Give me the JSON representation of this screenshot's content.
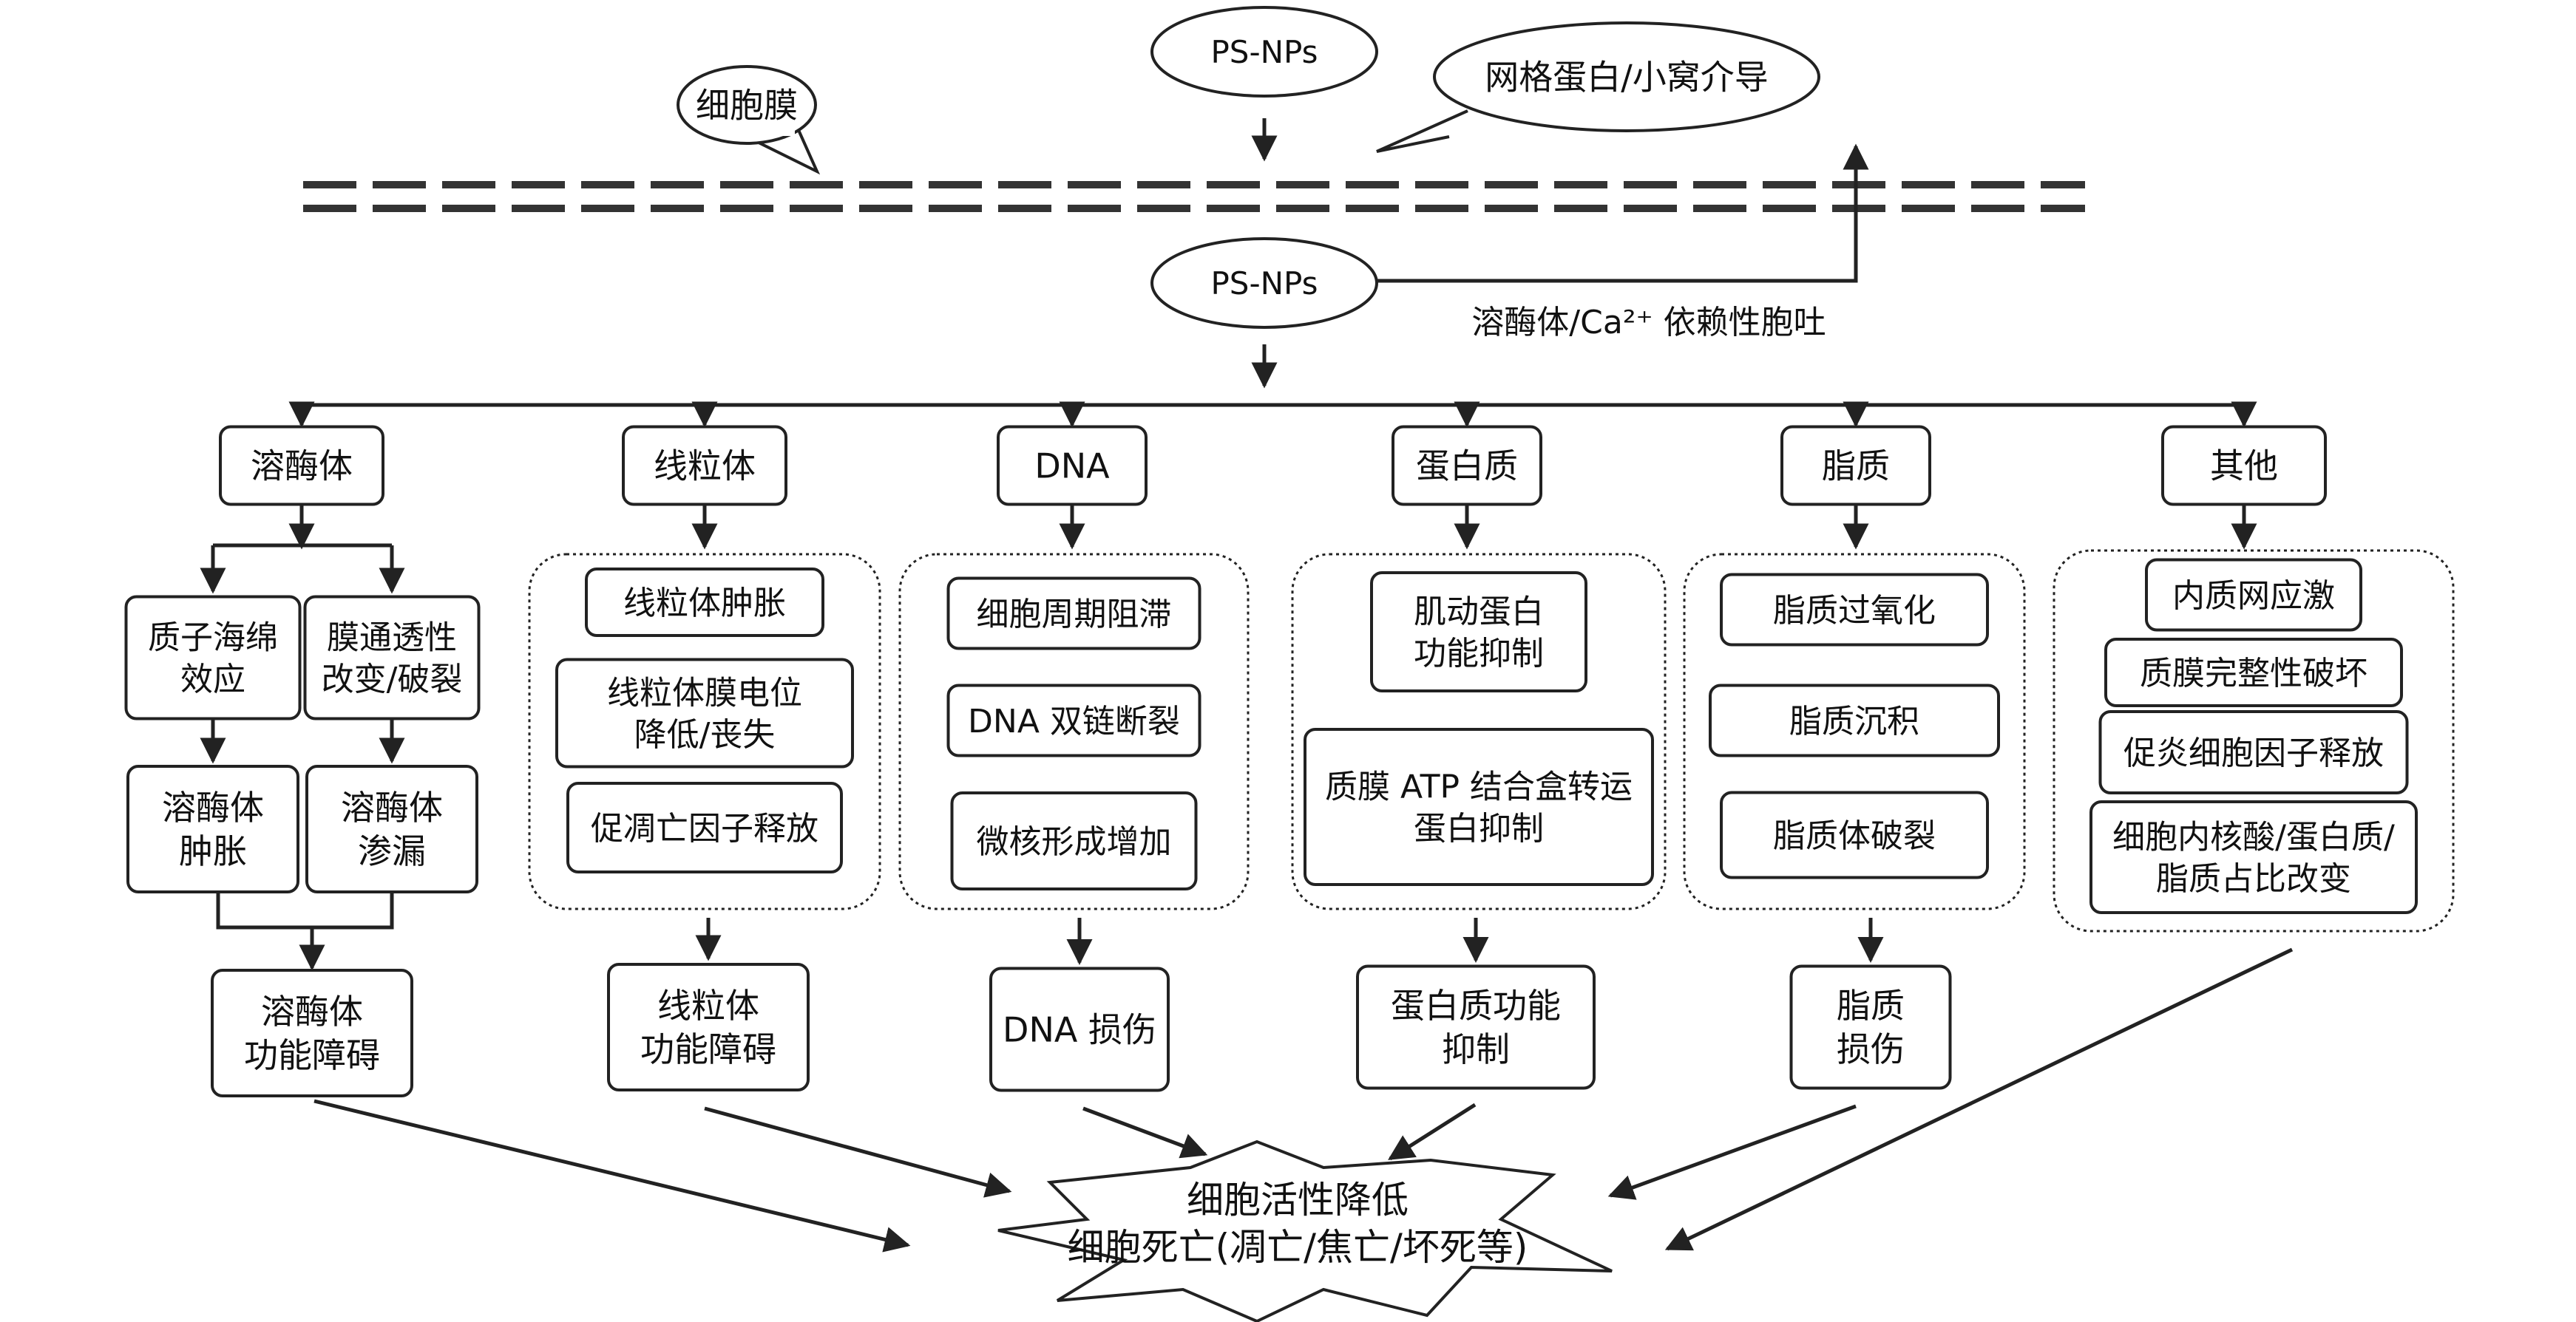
{
  "callouts": {
    "cell_membrane": "细胞膜",
    "clathrin_caveolae": "网格蛋白/小窝介导",
    "exocytosis_label": "溶酶体/Ca²⁺ 依赖性胞吐"
  },
  "particles": {
    "outside": "PS-NPs",
    "inside": "PS-NPs"
  },
  "categories": [
    {
      "id": "lysosome",
      "title": "溶酶体",
      "branches": [
        {
          "effect": [
            "质子海绵",
            "效应"
          ],
          "consequence": [
            "溶酶体",
            "肿胀"
          ]
        },
        {
          "effect": [
            "膜通透性",
            "改变/破裂"
          ],
          "consequence": [
            "溶酶体",
            "渗漏"
          ]
        }
      ],
      "outcome": [
        "溶酶体",
        "功能障碍"
      ]
    },
    {
      "id": "mitochondria",
      "title": "线粒体",
      "effects": [
        [
          "线粒体肿胀"
        ],
        [
          "线粒体膜电位",
          "降低/丧失"
        ],
        [
          "促凋亡因子释放"
        ]
      ],
      "outcome": [
        "线粒体",
        "功能障碍"
      ]
    },
    {
      "id": "dna",
      "title": "DNA",
      "effects": [
        [
          "细胞周期阻滞"
        ],
        [
          "DNA 双链断裂"
        ],
        [
          "微核形成增加"
        ]
      ],
      "outcome": [
        "DNA 损伤"
      ]
    },
    {
      "id": "protein",
      "title": "蛋白质",
      "effects": [
        [
          "肌动蛋白",
          "功能抑制"
        ],
        [
          "质膜 ATP 结合盒转运",
          "蛋白抑制"
        ]
      ],
      "outcome": [
        "蛋白质功能",
        "抑制"
      ]
    },
    {
      "id": "lipid",
      "title": "脂质",
      "effects": [
        [
          "脂质过氧化"
        ],
        [
          "脂质沉积"
        ],
        [
          "脂质体破裂"
        ]
      ],
      "outcome": [
        "脂质",
        "损伤"
      ]
    },
    {
      "id": "other",
      "title": "其他",
      "effects": [
        [
          "内质网应激"
        ],
        [
          "质膜完整性破坏"
        ],
        [
          "促炎细胞因子释放"
        ],
        [
          "细胞内核酸/蛋白质/",
          "脂质占比改变"
        ]
      ],
      "outcome": []
    }
  ],
  "final_outcome": [
    "细胞活性降低",
    "细胞死亡(凋亡/焦亡/坏死等)"
  ]
}
